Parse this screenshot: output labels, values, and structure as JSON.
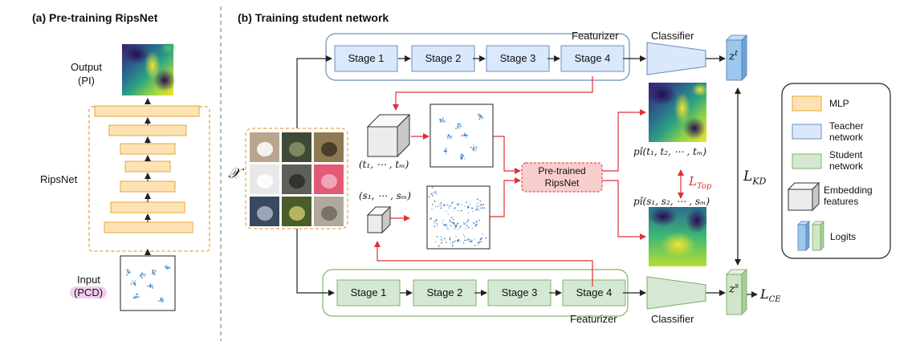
{
  "panel_a": {
    "title": "(a) Pre-training RipsNet",
    "output_label": "Output",
    "output_sub": "(PI)",
    "ripsnet_label": "RipsNet",
    "input_label": "Input",
    "input_sub": "(PCD)"
  },
  "panel_b": {
    "title": "(b) Training student network",
    "featurizer_top": "Featurizer",
    "featurizer_bottom": "Featurizer",
    "classifier_top": "Classifier",
    "classifier_bottom": "Classifier",
    "teacher_stages": [
      "Stage 1",
      "Stage 2",
      "Stage 3",
      "Stage 4"
    ],
    "student_stages": [
      "Stage 1",
      "Stage 2",
      "Stage 3",
      "Stage 4"
    ],
    "x_symbol": "𝒳",
    "pretrained_line1": "Pre-trained",
    "pretrained_line2": "RipsNet",
    "t_tuple": "(t₁, ⋯ , tₘ)",
    "s_tuple": "(s₁, ⋯ , sₘ)",
    "pi_t": "pî(t₁, t₂, ⋯ , tₘ)",
    "pi_s": "pî(s₁, s₂, ⋯ , sₘ)",
    "l_top": "L",
    "l_top_sub": "Top",
    "l_kd": "L",
    "l_kd_sub": "KD",
    "l_ce": "L",
    "l_ce_sub": "CE",
    "z_t": "z",
    "z_t_sup": "t",
    "z_s": "z",
    "z_s_sup": "s"
  },
  "legend": {
    "items": [
      {
        "label": "MLP",
        "color": "#fde3b3",
        "border": "#e8a33c"
      },
      {
        "label": "Teacher network",
        "color": "#dae8fc",
        "border": "#6c8ebf"
      },
      {
        "label": "Student network",
        "color": "#d5e8d4",
        "border": "#82b366"
      },
      {
        "label": "Embedding features",
        "color": "#f4f4f4",
        "border": "#555555"
      },
      {
        "label": "Logits",
        "color": "#9cc8ef",
        "border": "#4a7ab0"
      }
    ]
  },
  "colors": {
    "mlp": "#fde3b3",
    "teacher": "#dae8fc",
    "student": "#d5e8d4",
    "red_arrow": "#e03030",
    "ripsnet_fill": "#f8cecc"
  }
}
